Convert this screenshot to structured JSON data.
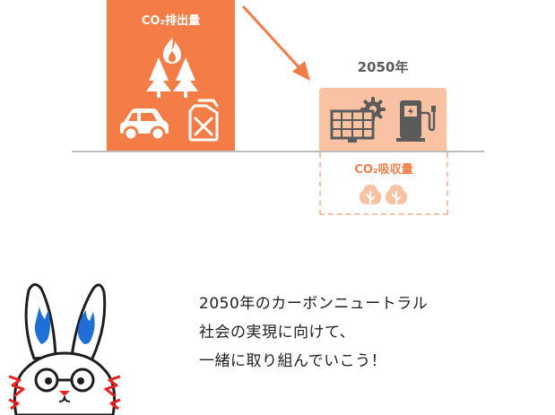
{
  "emission": {
    "title": "CO₂排出量"
  },
  "future": {
    "year": "2050年",
    "absorb_title": "CO₂吸収量"
  },
  "message": {
    "lines": [
      "2050年のカーボンニュートラル",
      "社会の実現に向けて、",
      "一緒に取り組んでいこう！"
    ]
  },
  "colors": {
    "emission": "#f47c46",
    "future": "#f9c3a3",
    "arrow": "#f47c46",
    "mascot_ears": "#1f6fd6",
    "mascot_cheeks": "#e8211e"
  },
  "icons": [
    "fire-icon",
    "forest-icon",
    "car-icon",
    "fuel-can-icon",
    "solar-panel-icon",
    "ev-charger-icon",
    "tree-icon"
  ]
}
